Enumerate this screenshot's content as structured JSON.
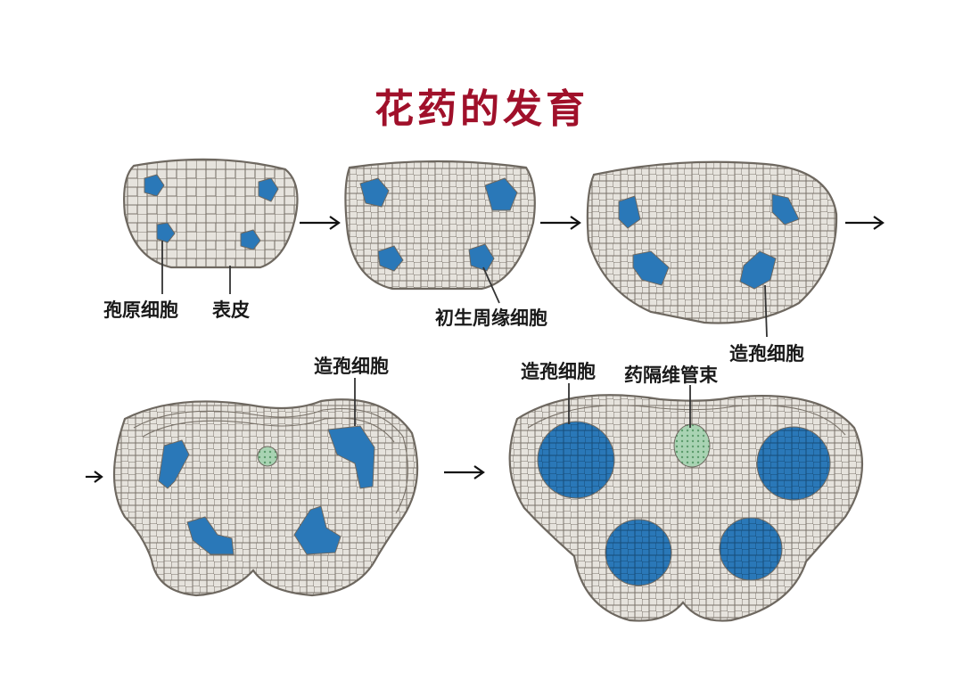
{
  "title": "花药的发育",
  "labels": {
    "archesporial_cell": "孢原细胞",
    "epidermis": "表皮",
    "primary_parietal_cell": "初生周缘细胞",
    "sporogenous_cell_a": "造孢细胞",
    "sporogenous_cell_b": "造孢细胞",
    "sporogenous_cell_c": "造孢细胞",
    "connective_vascular_bundle": "药隔维管束"
  },
  "colors": {
    "title": "#a0102a",
    "cell_fill": "#e6e3dd",
    "cell_wall": "#6e6860",
    "sporogenous": "#2a78b8",
    "sporogenous_dark": "#1f5f95",
    "vascular": "#9cc9a8",
    "leader": "#333333"
  },
  "icons": [
    "right-arrow-icon"
  ]
}
